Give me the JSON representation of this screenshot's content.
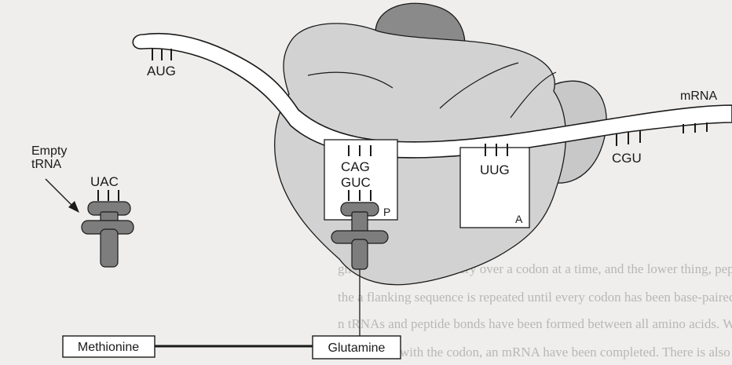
{
  "labels": {
    "mrna": "mRNA",
    "empty_trna_line1": "Empty",
    "empty_trna_line2": "tRNA",
    "site_p": "P",
    "site_a": "A"
  },
  "codons": {
    "start": "AUG",
    "p_site": "CAG",
    "a_site": "UUG",
    "next": "CGU"
  },
  "anticodons": {
    "empty_trna": "UAC",
    "p_site_trna": "GUC"
  },
  "amino_acids": {
    "first": "Methionine",
    "second": "Glutamine"
  },
  "colors": {
    "background": "#efeeec",
    "ribosome_large": "#d2d2d2",
    "ribosome_dark": "#8a8a8a",
    "trna": "#7d7d7d",
    "outline": "#1a1a1a"
  },
  "bleed_through_text": [
    "gh some of the machinery over a codon at a time, and the lower thing, pep-",
    "the a flanking sequence is repeated until every codon has been base-paired",
    "n tRNAs and peptide bonds have been formed between all amino acids. When",
    "; with the codon, an mRNA have been completed. There is also one of ones"
  ]
}
